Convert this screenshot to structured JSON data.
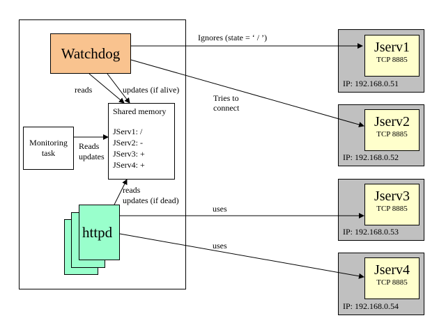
{
  "watchdog": {
    "label": "Watchdog"
  },
  "shared_memory": {
    "title": "Shared memory",
    "entries": [
      "JServ1: /",
      "JServ2: -",
      "JServ3: +",
      "JServ4: +"
    ]
  },
  "monitoring": {
    "line1": "Monitoring",
    "line2": "task"
  },
  "httpd": {
    "label": "httpd"
  },
  "servers": [
    {
      "name": "Jserv1",
      "port": "TCP 8885",
      "ip": "IP: 192.168.0.51"
    },
    {
      "name": "Jserv2",
      "port": "TCP 8885",
      "ip": "IP: 192.168.0.52"
    },
    {
      "name": "Jserv3",
      "port": "TCP 8885",
      "ip": "IP: 192.168.0.53"
    },
    {
      "name": "Jserv4",
      "port": "TCP 8885",
      "ip": "IP: 192.168.0.54"
    }
  ],
  "edges": {
    "reads": "reads",
    "updates_alive": "updates (if alive)",
    "ignores": "Ignores (state = ‘ / ’)",
    "tries_line1": "Tries to",
    "tries_line2": "connect",
    "reads_updates_line1": "Reads",
    "reads_updates_line2": "updates",
    "httpd_reads": "reads",
    "httpd_updates_dead": "updates (if dead)",
    "uses_3": "uses",
    "uses_4": "uses"
  },
  "colors": {
    "watchdog": "#f9c38f",
    "httpd": "#99ffcc",
    "server_bg": "#c0c0c0",
    "jserv_box": "#ffffcc"
  }
}
